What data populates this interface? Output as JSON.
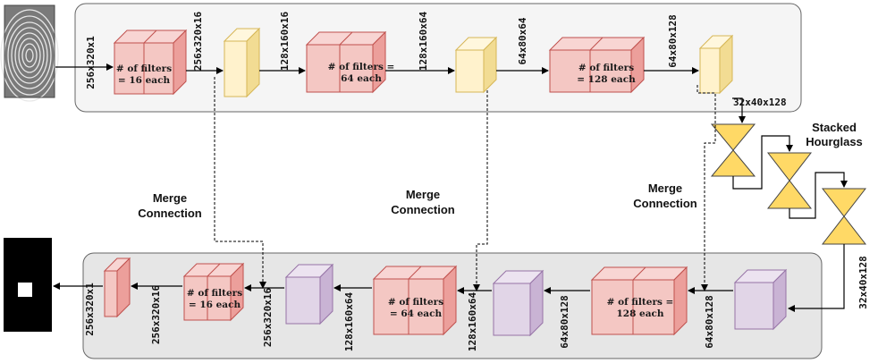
{
  "labels": {
    "input_dim": "256x320x1",
    "enc_conv1_out": "256x320x16",
    "enc_pool1_out": "128x160x16",
    "enc_conv2_out": "128x160x64",
    "enc_pool2_out": "64x80x64",
    "enc_conv3_out": "64x80x128",
    "enc_pool3_out": "32x40x128",
    "dec_in_dim": "32x40x128",
    "dec_conv3_out": "64x80x128",
    "dec_up3_out": "64x80x128",
    "dec_conv2_in": "128x160x64",
    "dec_up2_out": "128x160x64",
    "dec_conv1_in": "256x320x16",
    "dec_up1_out": "256x320x16",
    "output_dim": "256x320x1"
  },
  "filters": {
    "f16_line1": "# of filters",
    "f16_line2": "= 16 each",
    "f64_line1": "# of filters =",
    "f64_line2": "64 each",
    "f128_line1": "# of filters",
    "f128_line2": "= 128 each",
    "d128_line1": "# of filters =",
    "d128_line2": "128 each",
    "d64_line1": "# of filters",
    "d64_line2": "= 64 each",
    "d16_line1": "# of filters",
    "d16_line2": "= 16 each"
  },
  "merge": {
    "line1": "Merge",
    "line2": "Connection"
  },
  "hourglass": {
    "line1": "Stacked",
    "line2": "Hourglass"
  },
  "colors": {
    "conv_fill": "#f4c7c3",
    "conv_stroke": "#c0504d",
    "pool_fill": "#fff2cc",
    "pool_stroke": "#d6b656",
    "up_fill": "#e1d5e7",
    "up_stroke": "#9673a6",
    "hourglass_fill": "#ffd966",
    "panel_fill": "#f5f5f5",
    "panel_fill_bottom": "#e6e6e6"
  }
}
